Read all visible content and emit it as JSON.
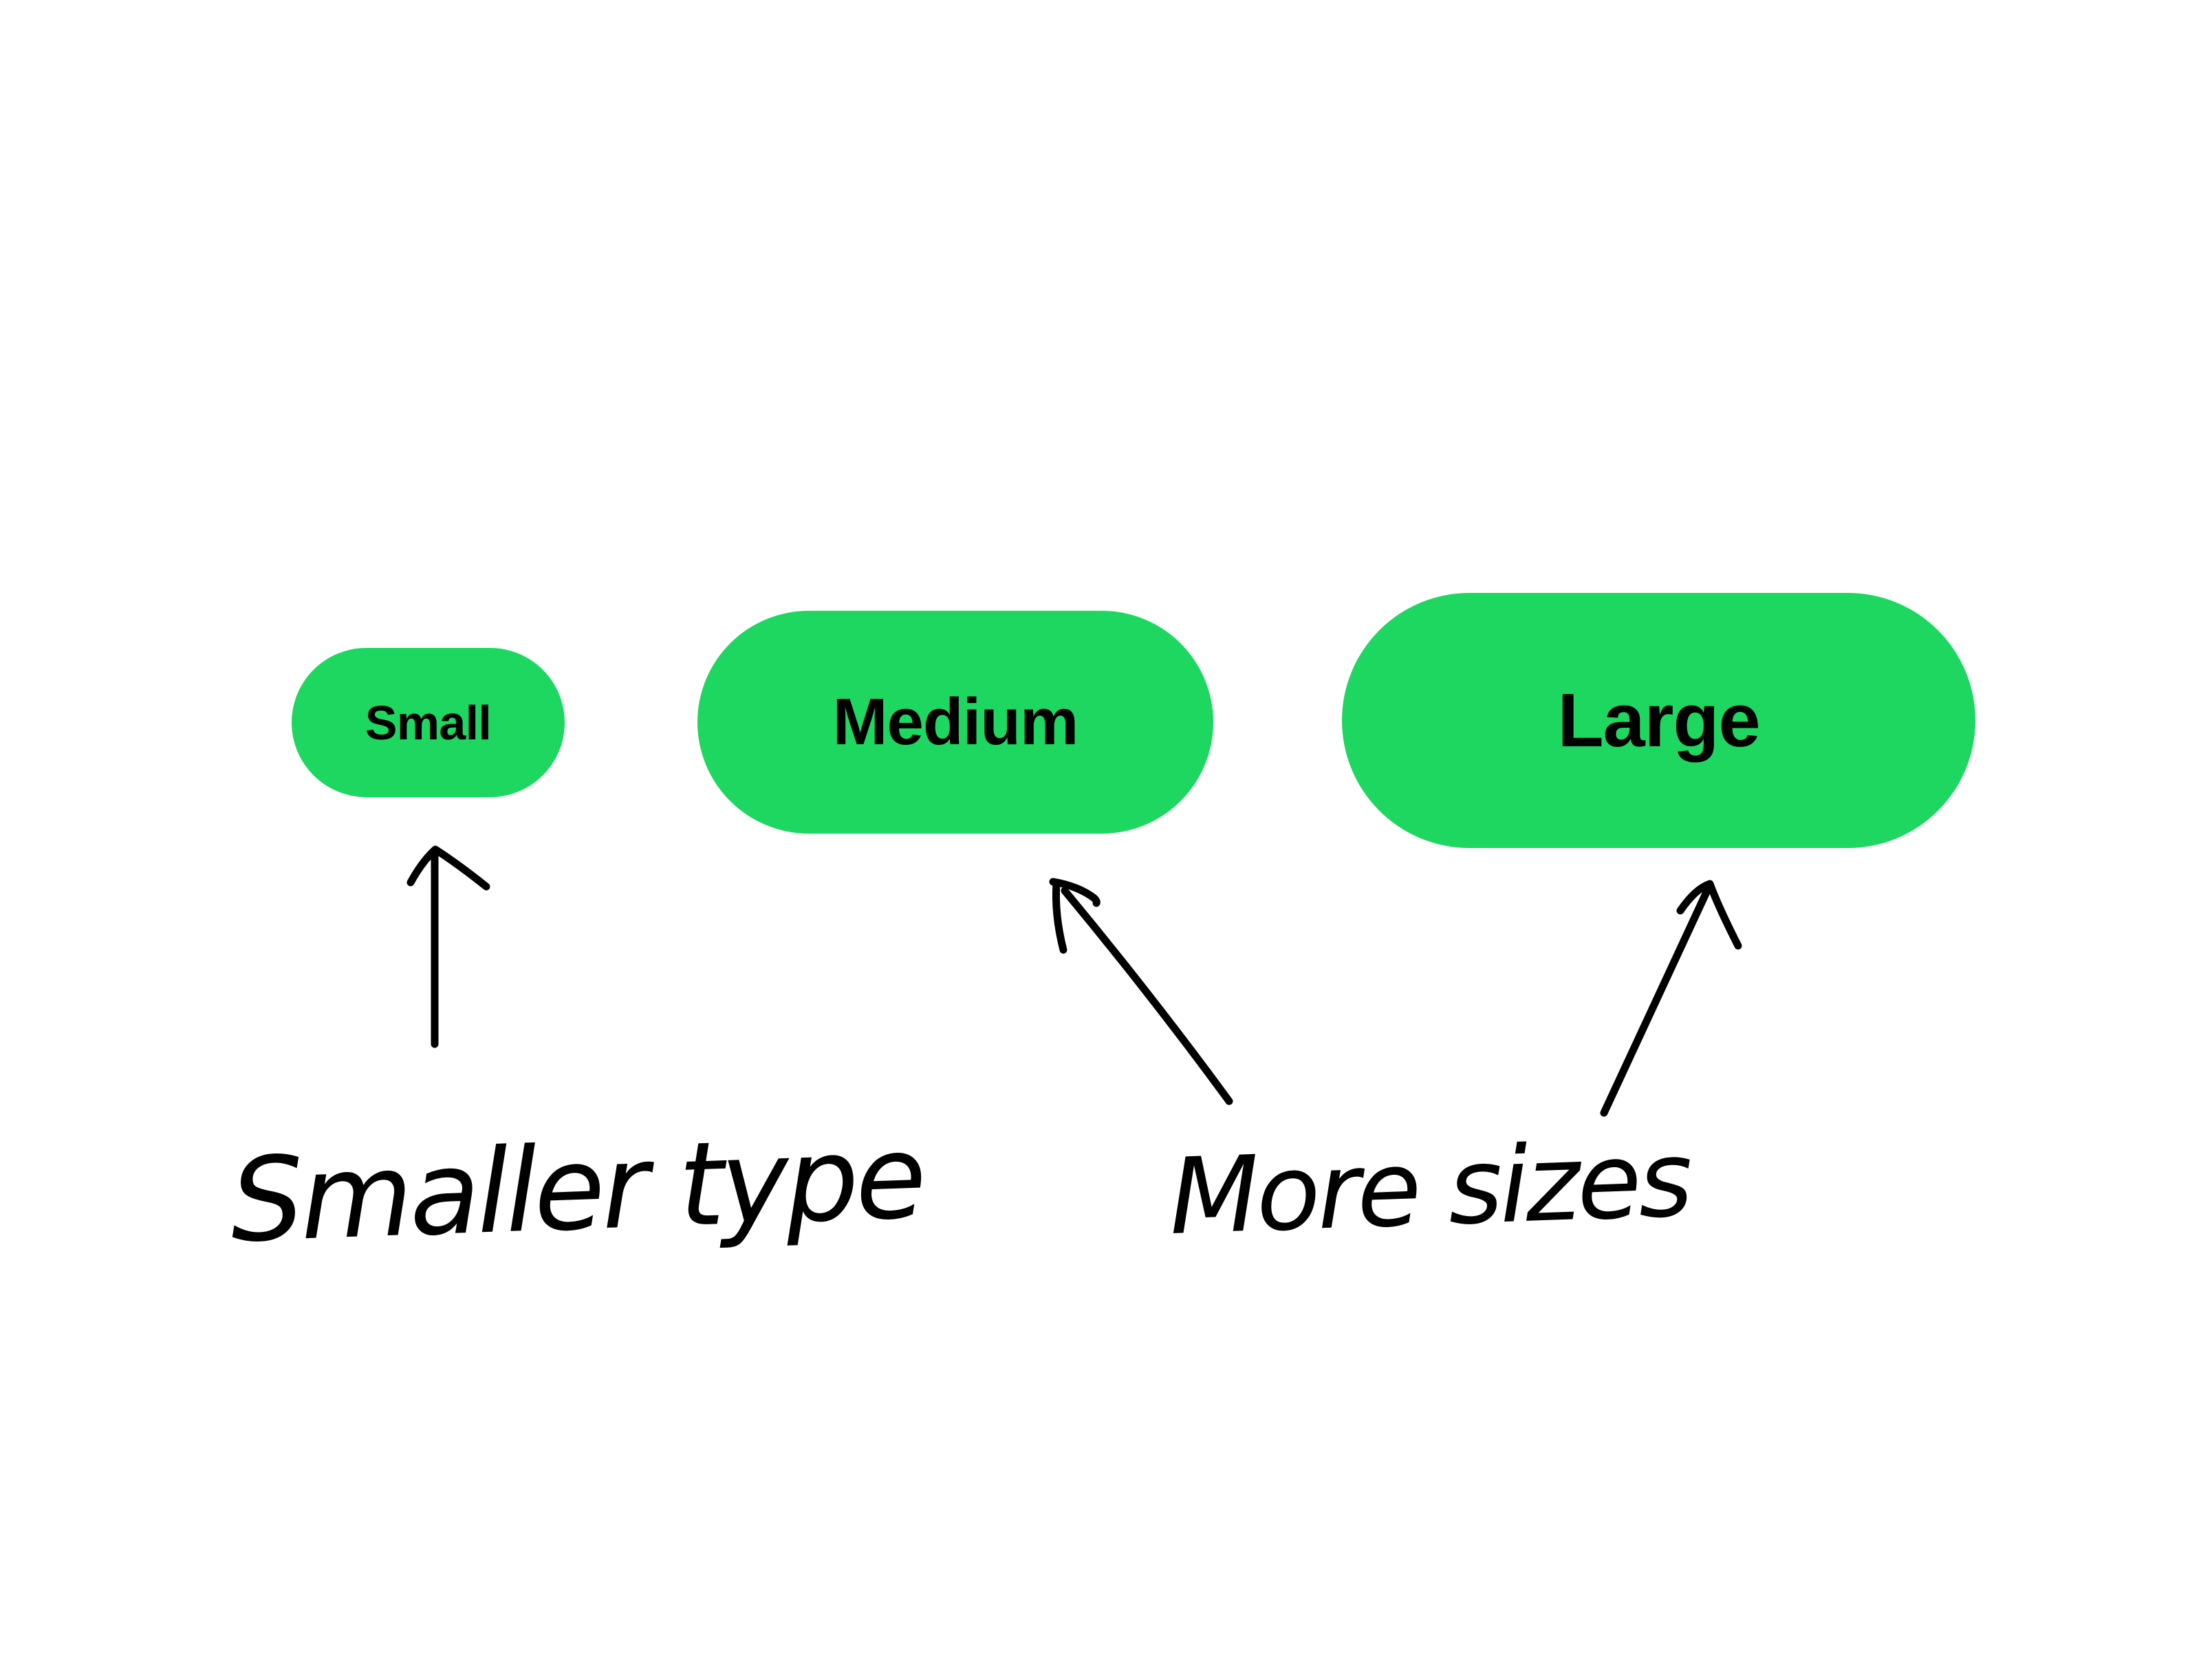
{
  "colors": {
    "button_green": "#1ED760",
    "ink": "#000000",
    "background": "#FFFFFF"
  },
  "buttons": [
    {
      "id": "small",
      "label": "Small"
    },
    {
      "id": "medium",
      "label": "Medium"
    },
    {
      "id": "large",
      "label": "Large"
    }
  ],
  "annotations": [
    {
      "id": "smaller-type",
      "text": "Smaller type",
      "points_to": "Small"
    },
    {
      "id": "more-sizes",
      "text": "More sizes",
      "points_to": "Medium and Large"
    }
  ],
  "icons": [
    {
      "name": "arrow-to-small-icon",
      "glyph": "hand-drawn up arrow"
    },
    {
      "name": "arrow-to-medium-icon",
      "glyph": "hand-drawn diagonal arrow"
    },
    {
      "name": "arrow-to-large-icon",
      "glyph": "hand-drawn diagonal arrow"
    }
  ]
}
